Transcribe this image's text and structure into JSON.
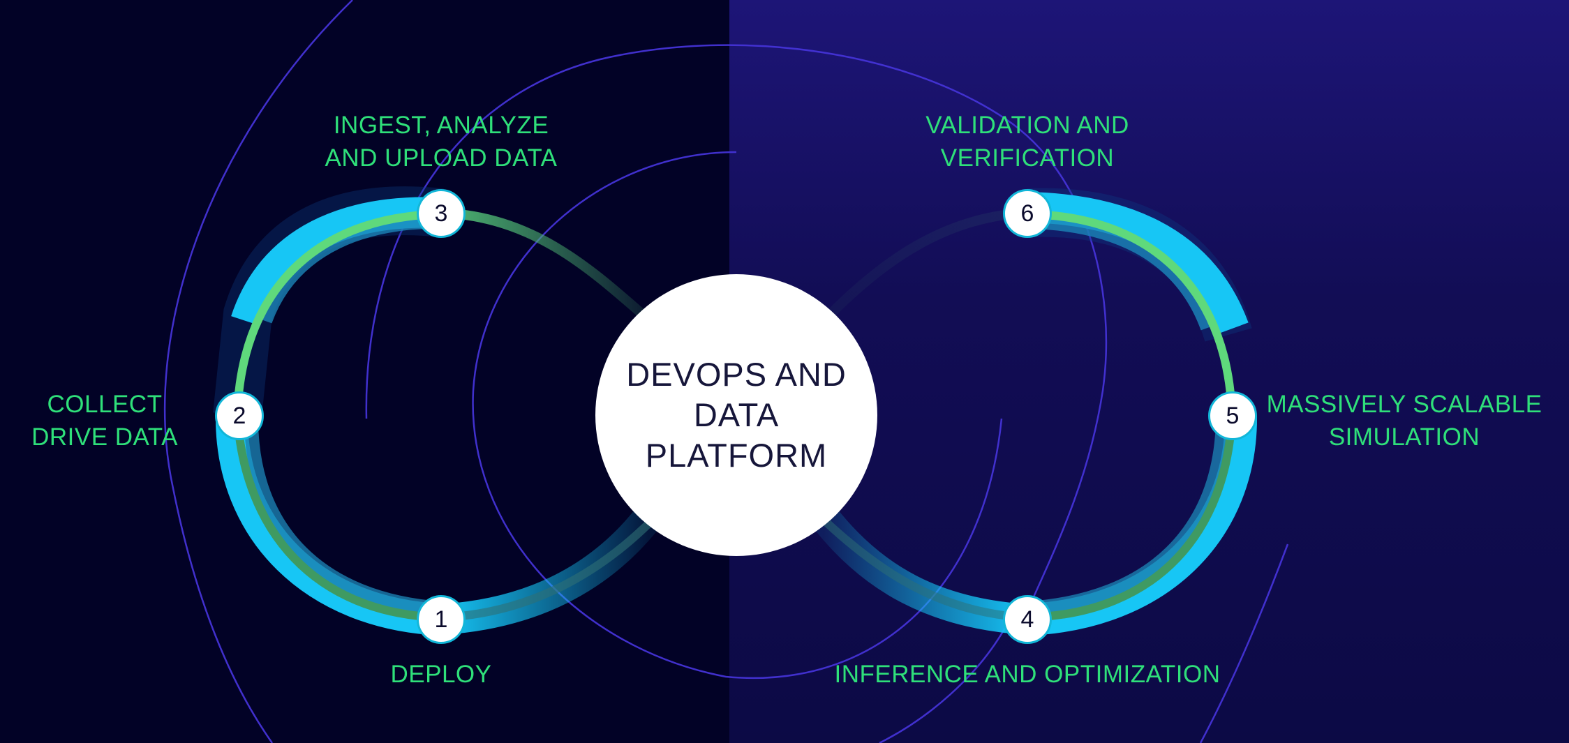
{
  "center": {
    "lines": [
      "DEVOPS AND",
      "DATA",
      "PLATFORM"
    ]
  },
  "steps": [
    {
      "number": "1",
      "label_lines": [
        "DEPLOY"
      ]
    },
    {
      "number": "2",
      "label_lines": [
        "COLLECT",
        "DRIVE DATA"
      ]
    },
    {
      "number": "3",
      "label_lines": [
        "INGEST, ANALYZE",
        "AND UPLOAD DATA"
      ]
    },
    {
      "number": "4",
      "label_lines": [
        "INFERENCE AND OPTIMIZATION"
      ]
    },
    {
      "number": "5",
      "label_lines": [
        "MASSIVELY SCALABLE",
        "SIMULATION"
      ]
    },
    {
      "number": "6",
      "label_lines": [
        "VALIDATION AND",
        "VERIFICATION"
      ]
    }
  ],
  "colors": {
    "label_text": "#2fe07a",
    "background_left": "#020226",
    "background_right": "#1d1577",
    "loop_blue": "#18c4f4",
    "loop_green": "#6fe07e",
    "spiral_lines": "#4a3bdc"
  }
}
